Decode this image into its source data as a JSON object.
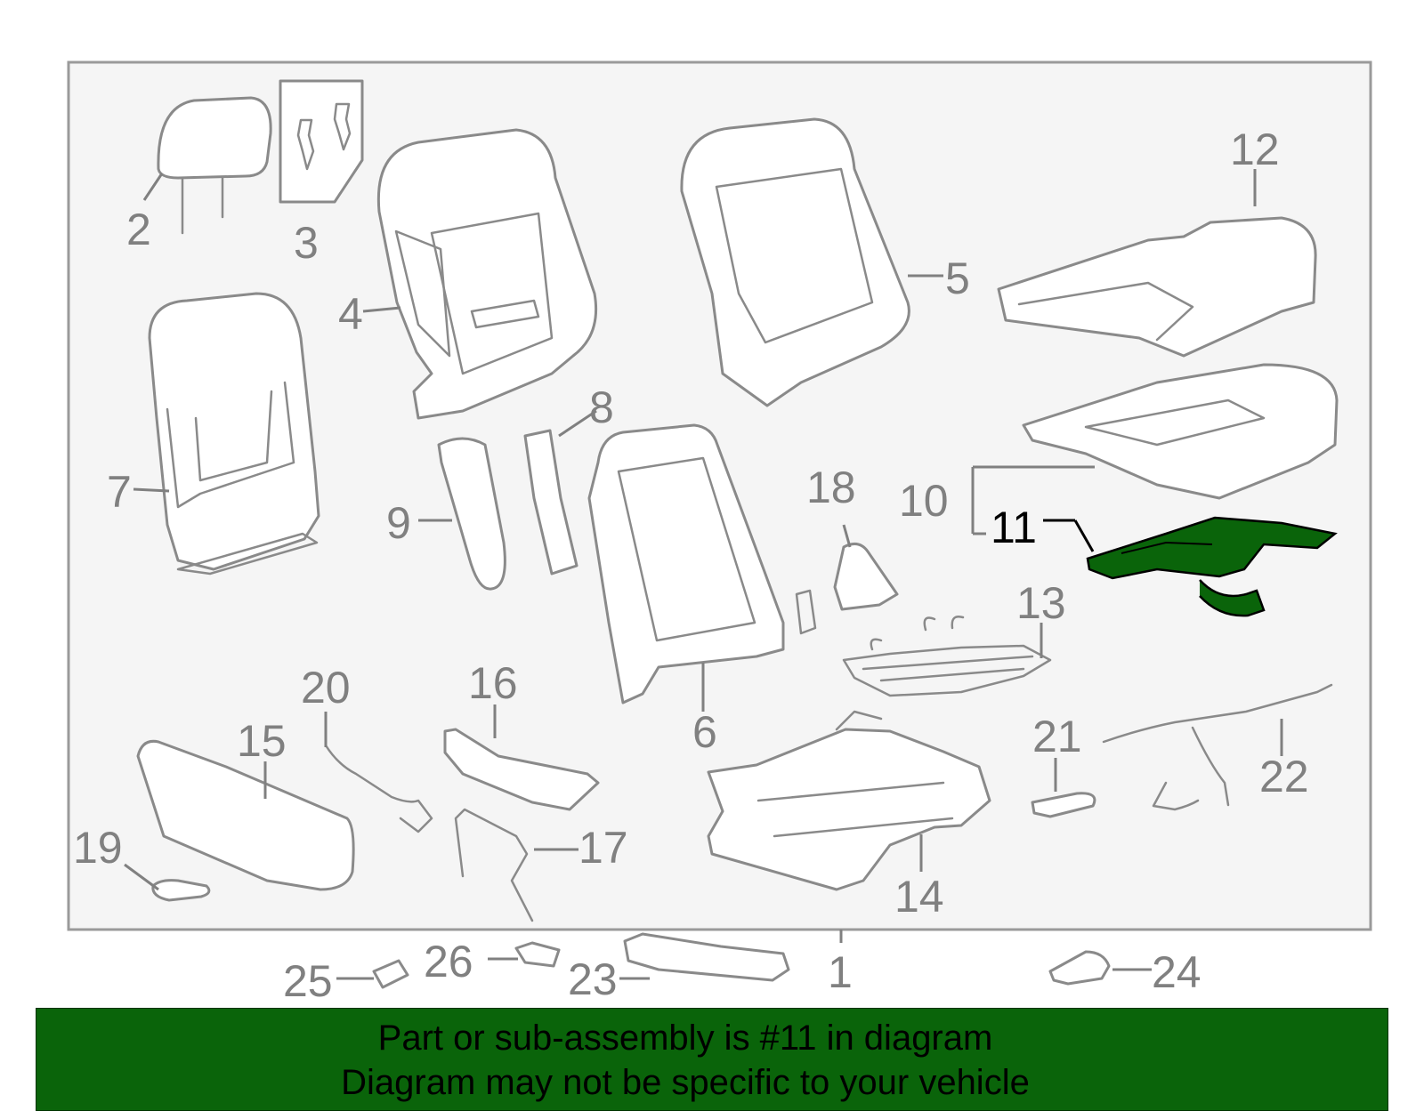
{
  "diagram": {
    "callouts": [
      "1",
      "2",
      "3",
      "4",
      "5",
      "6",
      "7",
      "8",
      "9",
      "10",
      "11",
      "12",
      "13",
      "14",
      "15",
      "16",
      "17",
      "18",
      "19",
      "20",
      "21",
      "22",
      "23",
      "24",
      "25",
      "26"
    ],
    "highlighted_part": "11",
    "colors": {
      "highlight_fill": "#0a640a",
      "outline": "#8a8a8a",
      "label": "#808080",
      "frame_background": "#f5f5f5"
    }
  },
  "banner": {
    "line1": "Part or sub-assembly is #11 in diagram",
    "line2": "Diagram may not be specific to your vehicle",
    "background": "#0a640a"
  }
}
